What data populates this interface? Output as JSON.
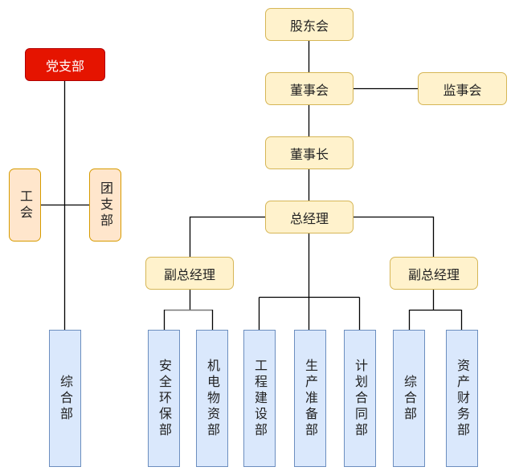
{
  "title": "组织架构图",
  "colors": {
    "party_fill": "#e51400",
    "governance_fill": "#fff2cc",
    "mass_org_fill": "#ffe6cc",
    "department_fill": "#dae8fc"
  },
  "party": {
    "party_branch": "党支部",
    "trade_union": "工会",
    "youth_league": "团支部",
    "general_office": "综合部"
  },
  "governance": {
    "shareholders": "股东会",
    "board": "董事会",
    "supervisors": "监事会",
    "chairman": "董事长",
    "general_manager": "总经理",
    "deputy_gm_left": "副总经理",
    "deputy_gm_right": "副总经理"
  },
  "departments": [
    {
      "label": "安全环保部",
      "reports_to": "副总经理 (左)"
    },
    {
      "label": "机电物资部",
      "reports_to": "副总经理 (左)"
    },
    {
      "label": "工程建设部",
      "reports_to": "总经理"
    },
    {
      "label": "生产准备部",
      "reports_to": "总经理"
    },
    {
      "label": "计划合同部",
      "reports_to": "总经理"
    },
    {
      "label": "综合部",
      "reports_to": "副总经理 (右)"
    },
    {
      "label": "资产财务部",
      "reports_to": "副总经理 (右)"
    }
  ]
}
